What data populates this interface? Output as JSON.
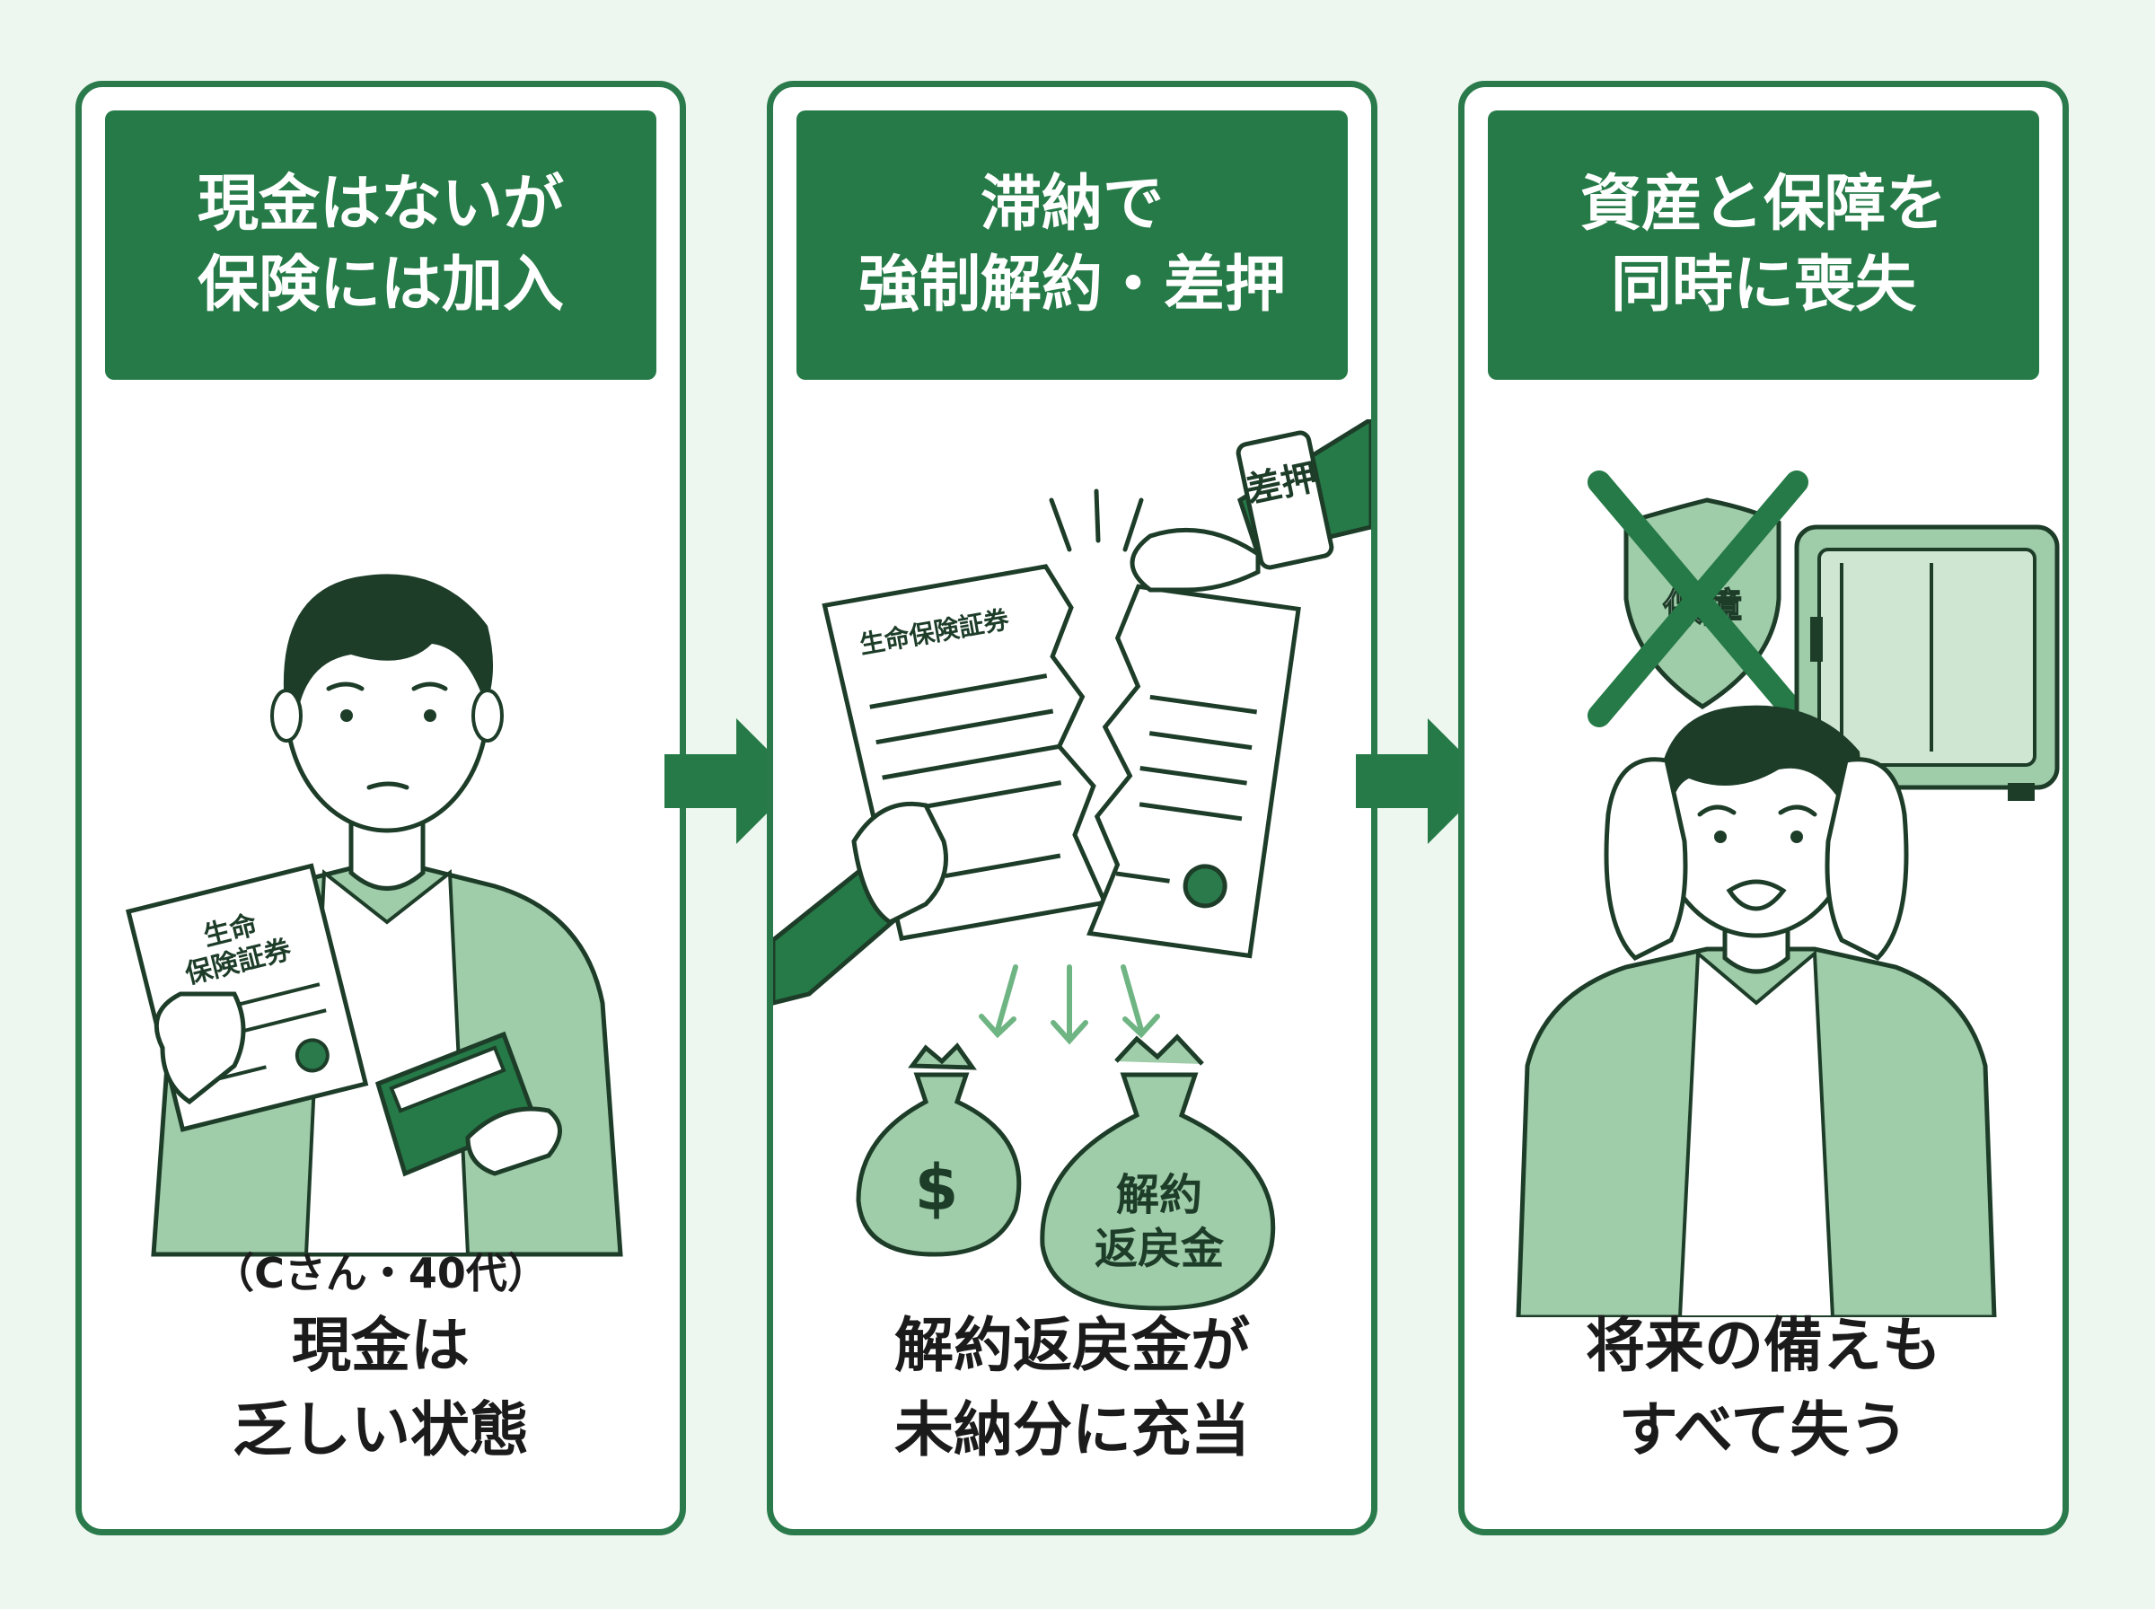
{
  "panels": [
    {
      "header": [
        "現金はないが",
        "保険には加入"
      ],
      "document_label": [
        "生命",
        "保険証券"
      ],
      "subcaption": "（Cさん・40代）",
      "caption": [
        "現金は",
        "乏しい状態"
      ]
    },
    {
      "header": [
        "滞納で",
        "強制解約・差押"
      ],
      "document_label": "生命保険証券",
      "armband": "差押",
      "bag_symbol": "$",
      "bag_label": [
        "解約",
        "返戻金"
      ],
      "caption": [
        "解約返戻金が",
        "未納分に充当"
      ]
    },
    {
      "header": [
        "資産と保障を",
        "同時に喪失"
      ],
      "shield_label": "保障",
      "caption": [
        "将来の備えも",
        "すべて失う"
      ]
    }
  ],
  "colors": {
    "dark_green": "#257a47",
    "mid_green": "#9fcca9",
    "light_green": "#cfe6d2",
    "background": "#eef7ef"
  }
}
